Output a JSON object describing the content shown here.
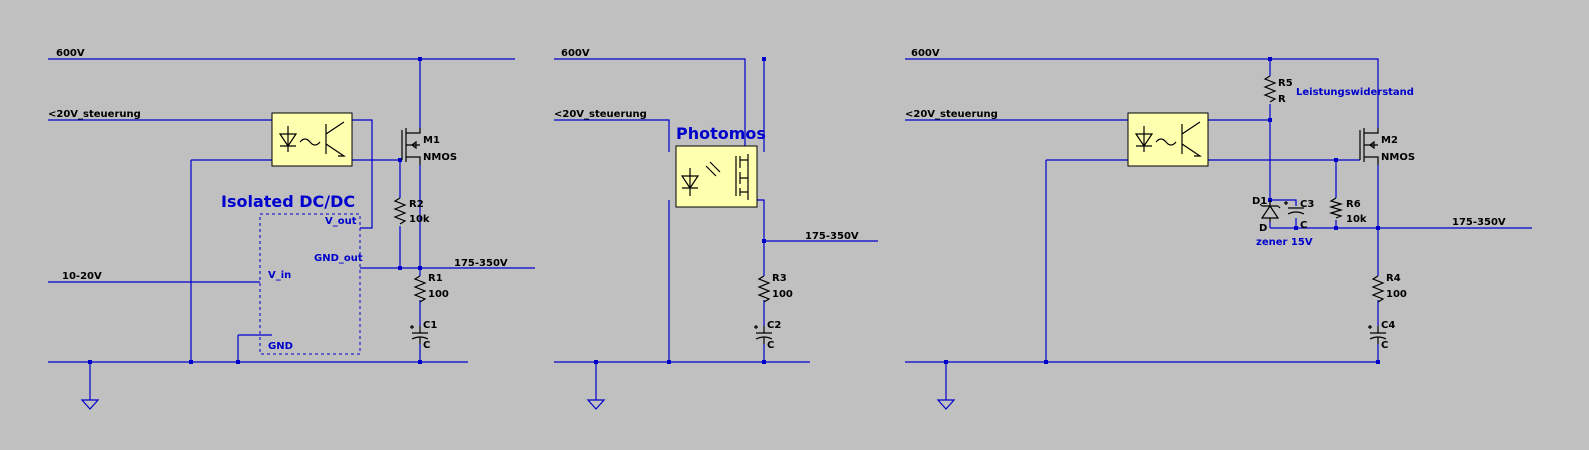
{
  "nets": {
    "supply": "600V",
    "control": "<20V_steuerung",
    "output": "175-350V",
    "aux": "10-20V"
  },
  "annotations": {
    "isolated_dcdc": "Isolated DC/DC",
    "photomos": "Photomos",
    "power_resistor": "Leistungswiderstand",
    "zener": "zener 15V"
  },
  "dcdc_pins": {
    "vout": "V_out",
    "gndout": "GND_out",
    "vin": "V_in",
    "gnd": "GND"
  },
  "circuit1": {
    "m1_ref": "M1",
    "m1_val": "NMOS",
    "r2_ref": "R2",
    "r2_val": "10k",
    "r1_ref": "R1",
    "r1_val": "100",
    "c1_ref": "C1",
    "c1_val": "C"
  },
  "circuit2": {
    "r3_ref": "R3",
    "r3_val": "100",
    "c2_ref": "C2",
    "c2_val": "C"
  },
  "circuit3": {
    "r5_ref": "R5",
    "r5_val": "R",
    "m2_ref": "M2",
    "m2_val": "NMOS",
    "d1_ref": "D1",
    "d1_val": "D",
    "c3_ref": "C3",
    "c3_val": "C",
    "r6_ref": "R6",
    "r6_val": "10k",
    "r4_ref": "R4",
    "r4_val": "100",
    "c4_ref": "C4",
    "c4_val": "C"
  }
}
